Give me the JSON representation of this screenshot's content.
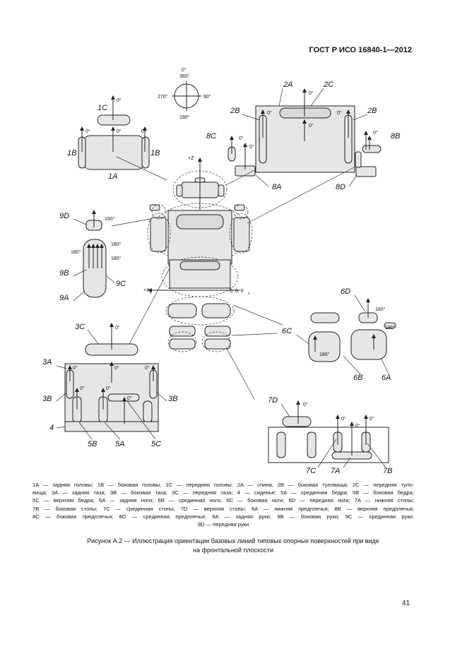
{
  "header": {
    "standard": "ГОСТ Р ИСО 16840-1—2012"
  },
  "figure": {
    "compass": {
      "top": "0°",
      "top2": "360°",
      "left": "270°",
      "right": "90°",
      "bottom": "180°"
    },
    "axis_z": "+Z",
    "axis_z_sub": "s",
    "axis_x": "+X",
    "axis_x_sub": "s",
    "origin": "0, 0, 0",
    "origin_sub": "s",
    "labels": {
      "1A": "1A",
      "1B_left": "1B",
      "1B_right": "1B",
      "1C": "1C",
      "2A": "2A",
      "2B_left": "2B",
      "2B_right": "2B",
      "2C": "2C",
      "3A": "3A",
      "3B_left": "3B",
      "3B_right": "3B",
      "3C": "3C",
      "4": "4",
      "5A": "5A",
      "5B": "5B",
      "5C": "5C",
      "6A": "6A",
      "6B": "6B",
      "6C": "6C",
      "6D": "6D",
      "7A": "7A",
      "7B": "7B",
      "7C": "7C",
      "7D": "7D",
      "8A": "8A",
      "8B": "8B",
      "8C": "8C",
      "8D": "8D",
      "9A": "9A",
      "9B": "9B",
      "9C": "9C",
      "9D": "9D"
    },
    "angles": {
      "zero": "0°",
      "one_eighty": "180°"
    }
  },
  "legend": {
    "lines": [
      "1A — задняя головы; 1B — боковая головы; 1C — передняя головы; 2A — спина; 2B — боковая туловища; 2C — передняя туло-",
      "вища; 3A — задняя таза; 3B — боковая таза; 3C — передняя таза; 4 — сиденье; 5A — срединная бедра; 5B — боковая бедра;",
      "5C — верхняя бедра; 6A — задняя ноги; 6B — срединная ноги; 6C — боковая ноги; 6D — передняя ноги; 7A — нижняя стопы;",
      "7B — боковая стопы; 7C — срединная стопы; 7D — верхняя стопы; 8A — нижняя предплечья; 8B — верхняя предплечья;",
      "8C — боковая предплечья; 8D — срединная предплечья; 9A — задняя руки; 9B — боковая руки; 9C — срединная руки;"
    ],
    "last_line": "9D — передняя руки"
  },
  "caption": {
    "line1": "Рисунок А.2 — Иллюстрация ориентации базовых линий типовых опорных поверхностей при виде",
    "line2": "на фронтальной плоскости"
  },
  "page_number": "41"
}
